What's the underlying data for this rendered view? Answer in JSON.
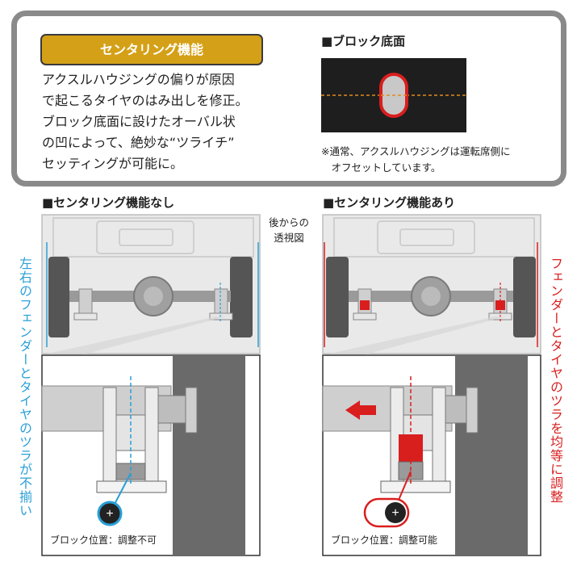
{
  "intro": {
    "badge_label": "センタリング機能",
    "description_lines": [
      "アクスルハウジングの偏りが原因",
      "で起こるタイヤのはみ出しを修正。",
      "ブロック底面に設けたオーバル状",
      "の凹によって、絶妙な“ツライチ”",
      "セッティングが可能に。"
    ],
    "block_heading": "■ブロック底面",
    "note_lines": [
      "※通常、アクスルハウジングは運転席側に",
      "　オフセットしています。"
    ]
  },
  "left_panel": {
    "heading": "■センタリング機能なし",
    "side_caption": "左右のフェンダーとタイヤのツラが不揃い",
    "position_label": "ブロック位置：調整不可"
  },
  "right_panel": {
    "heading": "■センタリング機能あり",
    "side_caption": "フェンダーとタイヤのツラを均等に調整",
    "position_label": "ブロック位置：調整可能"
  },
  "view_label": "後からの\n透視図",
  "colors": {
    "badge": "#d4a017",
    "accent_blue": "#2a9fd6",
    "accent_red": "#d91e1e",
    "frame_gray": "#8a8a8a"
  }
}
